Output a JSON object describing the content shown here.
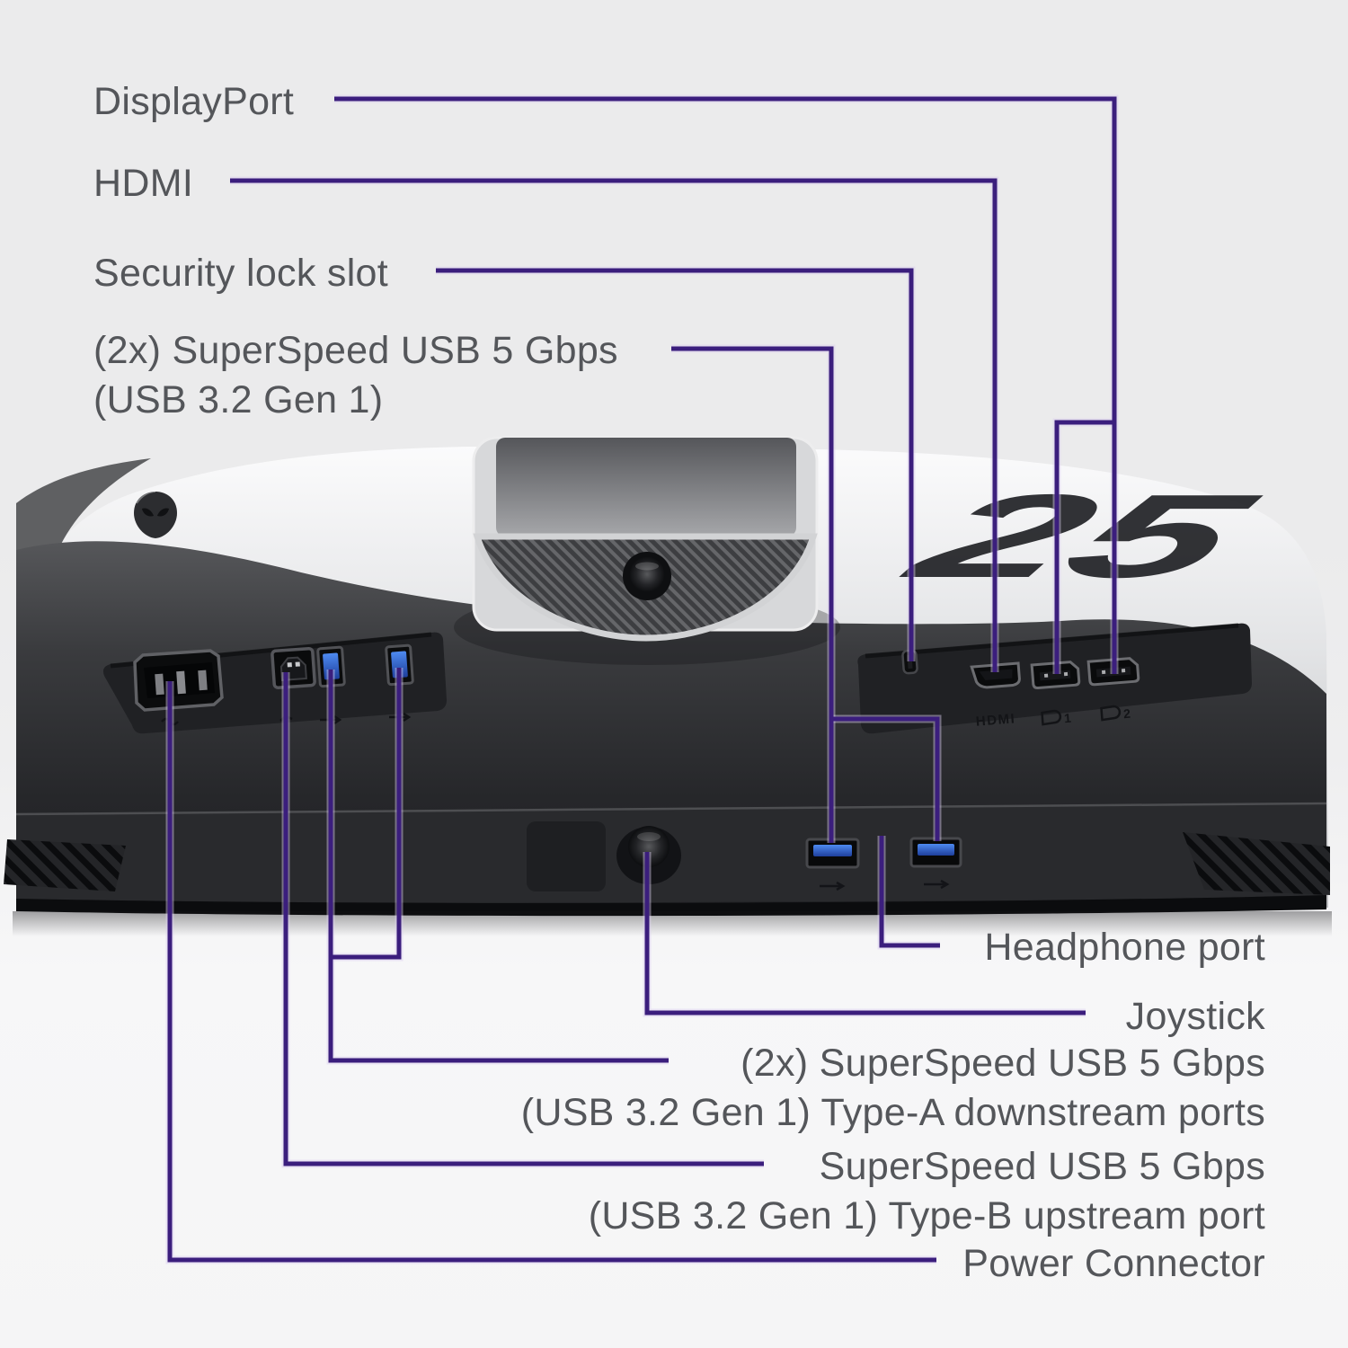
{
  "style": {
    "callout_line_color": "#3b1e7d",
    "label_color": "#54565a",
    "background_color": "#ebebed",
    "usb_port_blue": "#2f62cf"
  },
  "callouts": {
    "displayport": {
      "label": "DisplayPort"
    },
    "hdmi": {
      "label": "HDMI"
    },
    "security_lock": {
      "label": "Security lock slot"
    },
    "usb_downstream_top": {
      "line1": "(2x) SuperSpeed USB 5 Gbps",
      "line2": "(USB 3.2 Gen 1)"
    },
    "headphone": {
      "label": "Headphone port"
    },
    "joystick": {
      "label": "Joystick"
    },
    "usb_downstream_bottom": {
      "line1": "(2x) SuperSpeed USB 5 Gbps",
      "line2": "(USB 3.2 Gen 1) Type-A downstream ports"
    },
    "usb_upstream": {
      "line1": "SuperSpeed USB 5 Gbps",
      "line2": "(USB 3.2 Gen 1) Type-B upstream port"
    },
    "power": {
      "label": "Power Connector"
    }
  },
  "monitor": {
    "model_marking": "25",
    "port_markings": {
      "hdmi": "HDMI",
      "dp1": "1",
      "dp2": "2"
    },
    "icons": [
      "alienware-logo-icon",
      "displayport-logo-icon",
      "power-inlet-icon",
      "usb-type-b-icon",
      "superspeed-usb-icon",
      "joystick-knob",
      "security-lock-slot",
      "vent-grille"
    ]
  }
}
